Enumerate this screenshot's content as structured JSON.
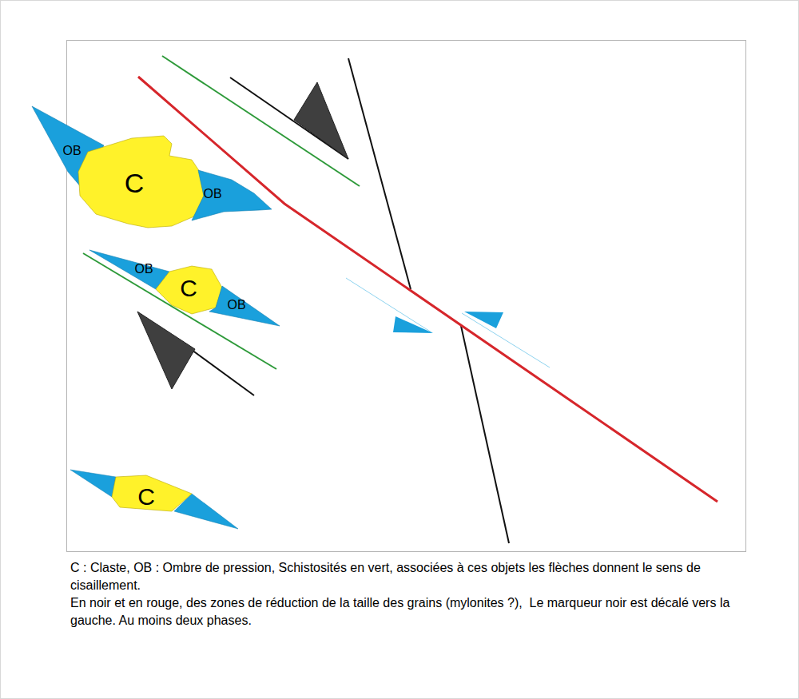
{
  "diagram": {
    "caption": "C : Claste, OB : Ombre de pression, Schistosités en vert, associées à ces objets les flèches donnent le sens de cisaillement.",
    "nodes": [
      {
        "text": [
          "OB"
        ]
      },
      {
        "text": [
          "C"
        ]
      },
      {
        "text": [
          "OB"
        ]
      },
      {
        "text": [
          "OB"
        ]
      },
      {
        "text": [
          "C"
        ]
      },
      {
        "text": [
          "OB"
        ]
      },
      {
        "text": [
          "C"
        ]
      }
    ],
    "labels": [
      "En noir et en rouge, des zones de réduction de la taille des grains (mylonites ?),  Le marqueur noir est décalé vers la gauche. Au moins deux phases."
    ]
  }
}
